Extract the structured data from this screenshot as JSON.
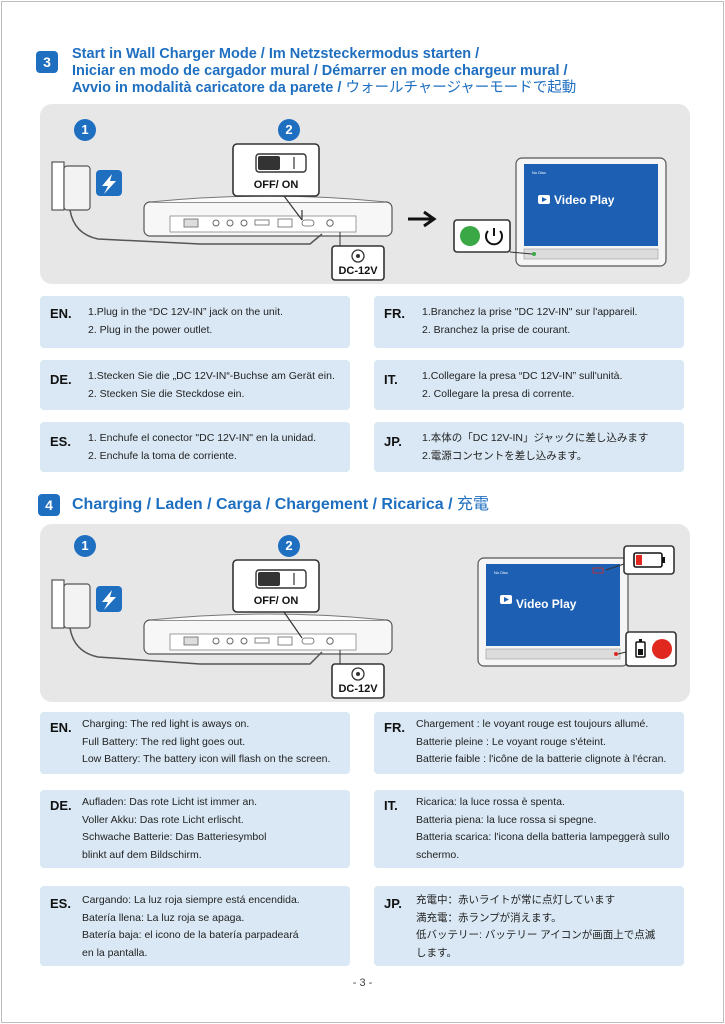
{
  "section3": {
    "number": "3",
    "title_lines": [
      "Start in Wall Charger Mode / Im Netzsteckermodus starten /",
      "Iniciar en modo de cargador mural / Démarrer en mode chargeur mural /"
    ],
    "title_line3_latin": "Avvio in modalità caricatore da parete / ",
    "title_line3_jp": "ウォールチャージャーモードで起動",
    "step1": "1",
    "step2": "2",
    "switch_label": "OFF/  ON",
    "dc_label": "DC-12V",
    "screen_text": "Video Play",
    "boxes": {
      "en": {
        "lang": "EN.",
        "lines": [
          "1.Plug in the “DC 12V-IN” jack on the unit.",
          "2. Plug in the power outlet."
        ]
      },
      "fr": {
        "lang": "FR.",
        "lines": [
          "1.Branchez la prise \"DC 12V-IN\" sur l'appareil.",
          "2. Branchez la prise de courant."
        ]
      },
      "de": {
        "lang": "DE.",
        "lines": [
          "1.Stecken Sie die „DC 12V-IN“-Buchse am Gerät ein.",
          "2. Stecken Sie die Steckdose ein."
        ]
      },
      "it": {
        "lang": "IT.",
        "lines": [
          "1.Collegare la presa “DC 12V-IN” sull'unità.",
          "2. Collegare la presa di corrente."
        ]
      },
      "es": {
        "lang": "ES.",
        "lines": [
          "1. Enchufe el conector \"DC 12V-IN\" en la unidad.",
          "2. Enchufe la toma de corriente."
        ]
      },
      "jp": {
        "lang": "JP.",
        "lines": [
          "1.本体の「DC 12V-IN」ジャックに差し込みます",
          "2.電源コンセントを差し込みます。"
        ]
      }
    }
  },
  "section4": {
    "number": "4",
    "title_latin": "Charging / Laden / Carga / Chargement / Ricarica / ",
    "title_jp": "充電",
    "step1": "1",
    "step2": "2",
    "switch_label": "OFF/  ON",
    "dc_label": "DC-12V",
    "screen_text": "Video Play",
    "boxes": {
      "en": {
        "lang": "EN.",
        "lines": [
          "Charging: The red light is aways on.",
          "Full Battery: The red light goes out.",
          "Low Battery: The battery icon will flash on the screen."
        ]
      },
      "fr": {
        "lang": "FR.",
        "lines": [
          "Chargement : le voyant rouge est toujours allumé.",
          "Batterie pleine : Le voyant rouge s'éteint.",
          "Batterie faible : l'icône de la batterie clignote à l'écran."
        ]
      },
      "de": {
        "lang": "DE.",
        "lines": [
          "Aufladen: Das rote Licht ist immer an.",
          "Voller Akku: Das rote Licht erlischt.",
          "Schwache Batterie: Das Batteriesymbol blinkt auf dem Bildschirm."
        ]
      },
      "it": {
        "lang": "IT.",
        "lines": [
          "Ricarica: la luce rossa è spenta.",
          "Batteria piena: la luce rossa si spegne.",
          "Batteria scarica: l'icona della batteria lampeggerà sullo schermo."
        ]
      },
      "es": {
        "lang": "ES.",
        "lines": [
          "Cargando: La luz roja siempre está encendida.",
          "Batería llena: La luz roja se apaga.",
          "Batería baja: el icono de la batería parpadeará en la pantalla."
        ]
      },
      "jp": {
        "lang": "JP.",
        "lines": [
          "充電中：赤いライトが常に点灯しています",
          "満充電：赤ランプが消えます。",
          "低バッテリー: バッテリー アイコンが画面上で点滅します。"
        ]
      }
    }
  },
  "page_number": "- 3 -",
  "colors": {
    "accent": "#1f6fc1",
    "box": "#d9e8f4",
    "panel": "#e7e7e7",
    "led_green": "#3aa845",
    "led_red": "#e0281f"
  }
}
